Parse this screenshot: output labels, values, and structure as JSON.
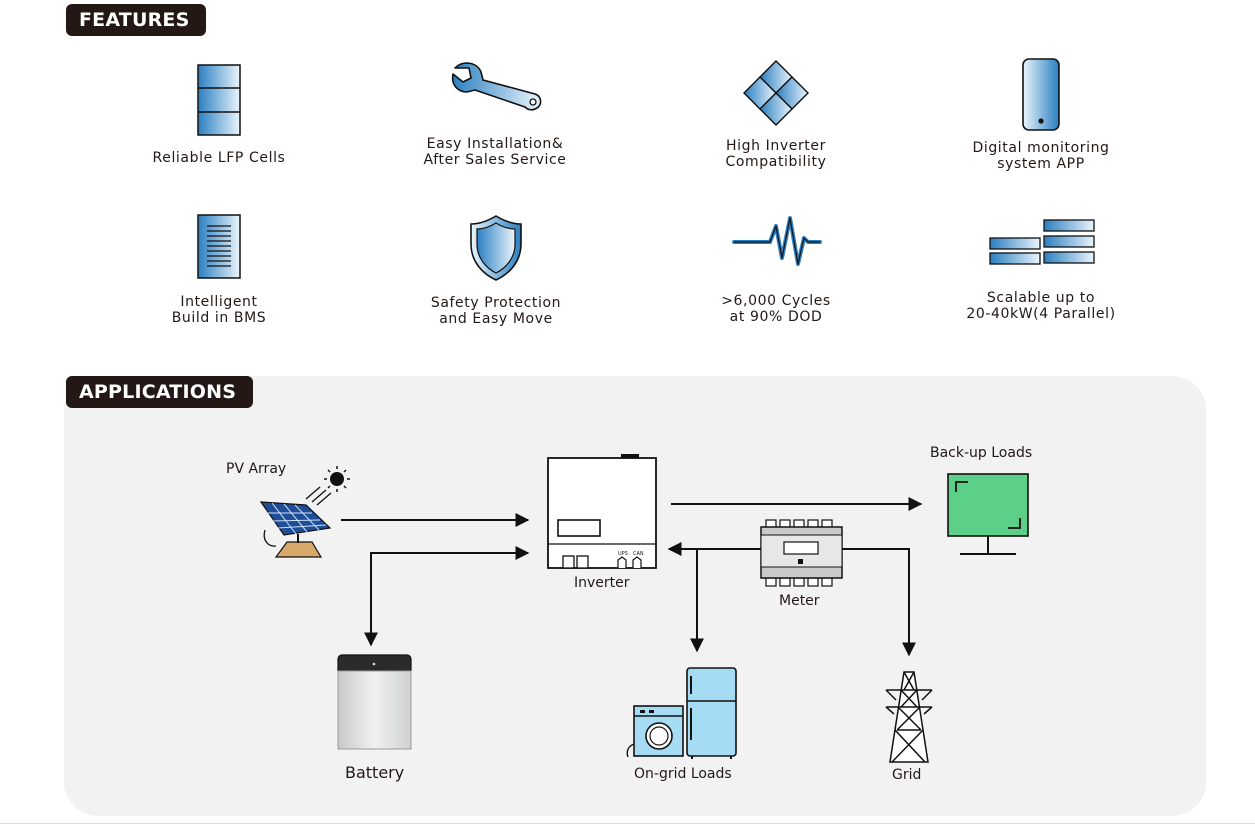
{
  "features_title": "FEATURES",
  "applications_title": "APPLICATIONS",
  "features": [
    {
      "label": "Reliable LFP Cells",
      "icon": "battery-cells-icon"
    },
    {
      "label": "Easy Installation&\nAfter Sales Service",
      "icon": "wrench-icon"
    },
    {
      "label": "High Inverter\nCompatibility",
      "icon": "diamond-grid-icon"
    },
    {
      "label": "Digital monitoring\nsystem APP",
      "icon": "smartphone-icon"
    },
    {
      "label": "Intelligent\nBuild in BMS",
      "icon": "bms-board-icon"
    },
    {
      "label": "Safety Protection\nand Easy Move",
      "icon": "shield-icon"
    },
    {
      "label": ">6,000 Cycles\nat 90% DOD",
      "icon": "waveform-icon"
    },
    {
      "label": "Scalable up to\n20-40kW(4 Parallel)",
      "icon": "stacked-modules-icon"
    }
  ],
  "diagram": {
    "pv_array": "PV Array",
    "inverter": "Inverter",
    "inverter_port_labels": [
      "UPS",
      "CAN"
    ],
    "backup_loads": "Back-up Loads",
    "meter": "Meter",
    "battery": "Battery",
    "ongrid_loads": "On-grid Loads",
    "grid": "Grid"
  },
  "colors": {
    "tag_bg": "#231815",
    "icon_blue_dark": "#2a7fc1",
    "icon_blue_light": "#e8f4fb",
    "panel_bg": "#f2f2f2",
    "monitor_green": "#5ccf88",
    "solar_blue": "#1f4e99",
    "stand_tan": "#d7a96a"
  }
}
